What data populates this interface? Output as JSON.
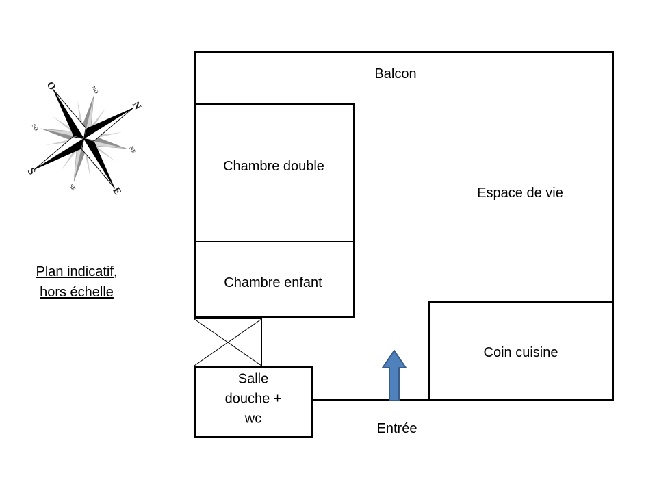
{
  "note": {
    "line1": "Plan indicatif,",
    "line2": "hors échelle"
  },
  "compass": {
    "n": "N",
    "e": "E",
    "s": "S",
    "o": "O",
    "ne": "NE",
    "se": "SE",
    "so": "SO",
    "no": "NO"
  },
  "rooms": {
    "balcon": "Balcon",
    "chambre_double": "Chambre double",
    "chambre_enfant": "Chambre enfant",
    "espace_de_vie": "Espace de vie",
    "coin_cuisine": "Coin cuisine",
    "salle_douche": {
      "line1": "Salle",
      "line2": "douche +",
      "line3": "wc"
    }
  },
  "entrance": {
    "label": "Entrée"
  },
  "colors": {
    "wall": "#000000",
    "arrow_fill": "#4f81bd",
    "arrow_stroke": "#385d8a"
  }
}
